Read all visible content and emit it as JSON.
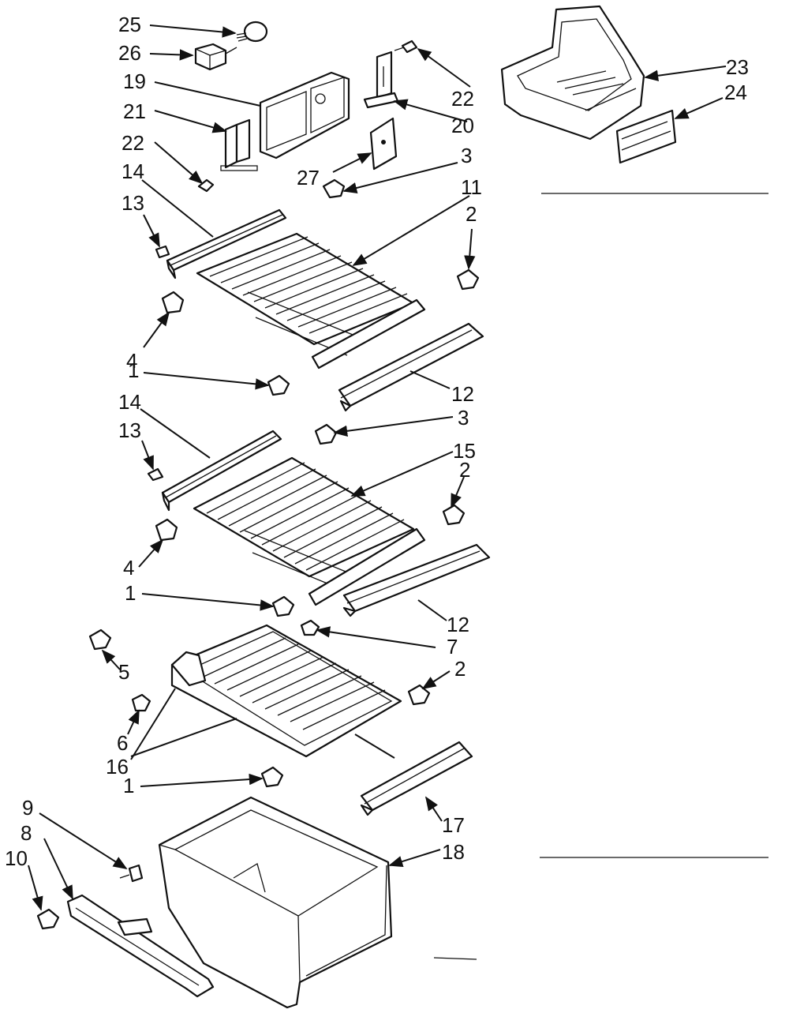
{
  "diagram": {
    "callouts": {
      "c25": "25",
      "c26": "26",
      "c19": "19",
      "c21": "21",
      "c22a": "22",
      "c22b": "22",
      "c20": "20",
      "c27": "27",
      "c23": "23",
      "c24": "24",
      "c3a": "3",
      "c11": "11",
      "c14a": "14",
      "c13a": "13",
      "c2a": "2",
      "c4a": "4",
      "c1a": "1",
      "c12a": "12",
      "c14b": "14",
      "c13b": "13",
      "c3b": "3",
      "c15": "15",
      "c2b": "2",
      "c4b": "4",
      "c1b": "1",
      "c12b": "12",
      "c7": "7",
      "c5": "5",
      "c2c": "2",
      "c6": "6",
      "c16": "16",
      "c1c": "1",
      "c17": "17",
      "c9": "9",
      "c8": "8",
      "c10": "10",
      "c18": "18"
    }
  }
}
